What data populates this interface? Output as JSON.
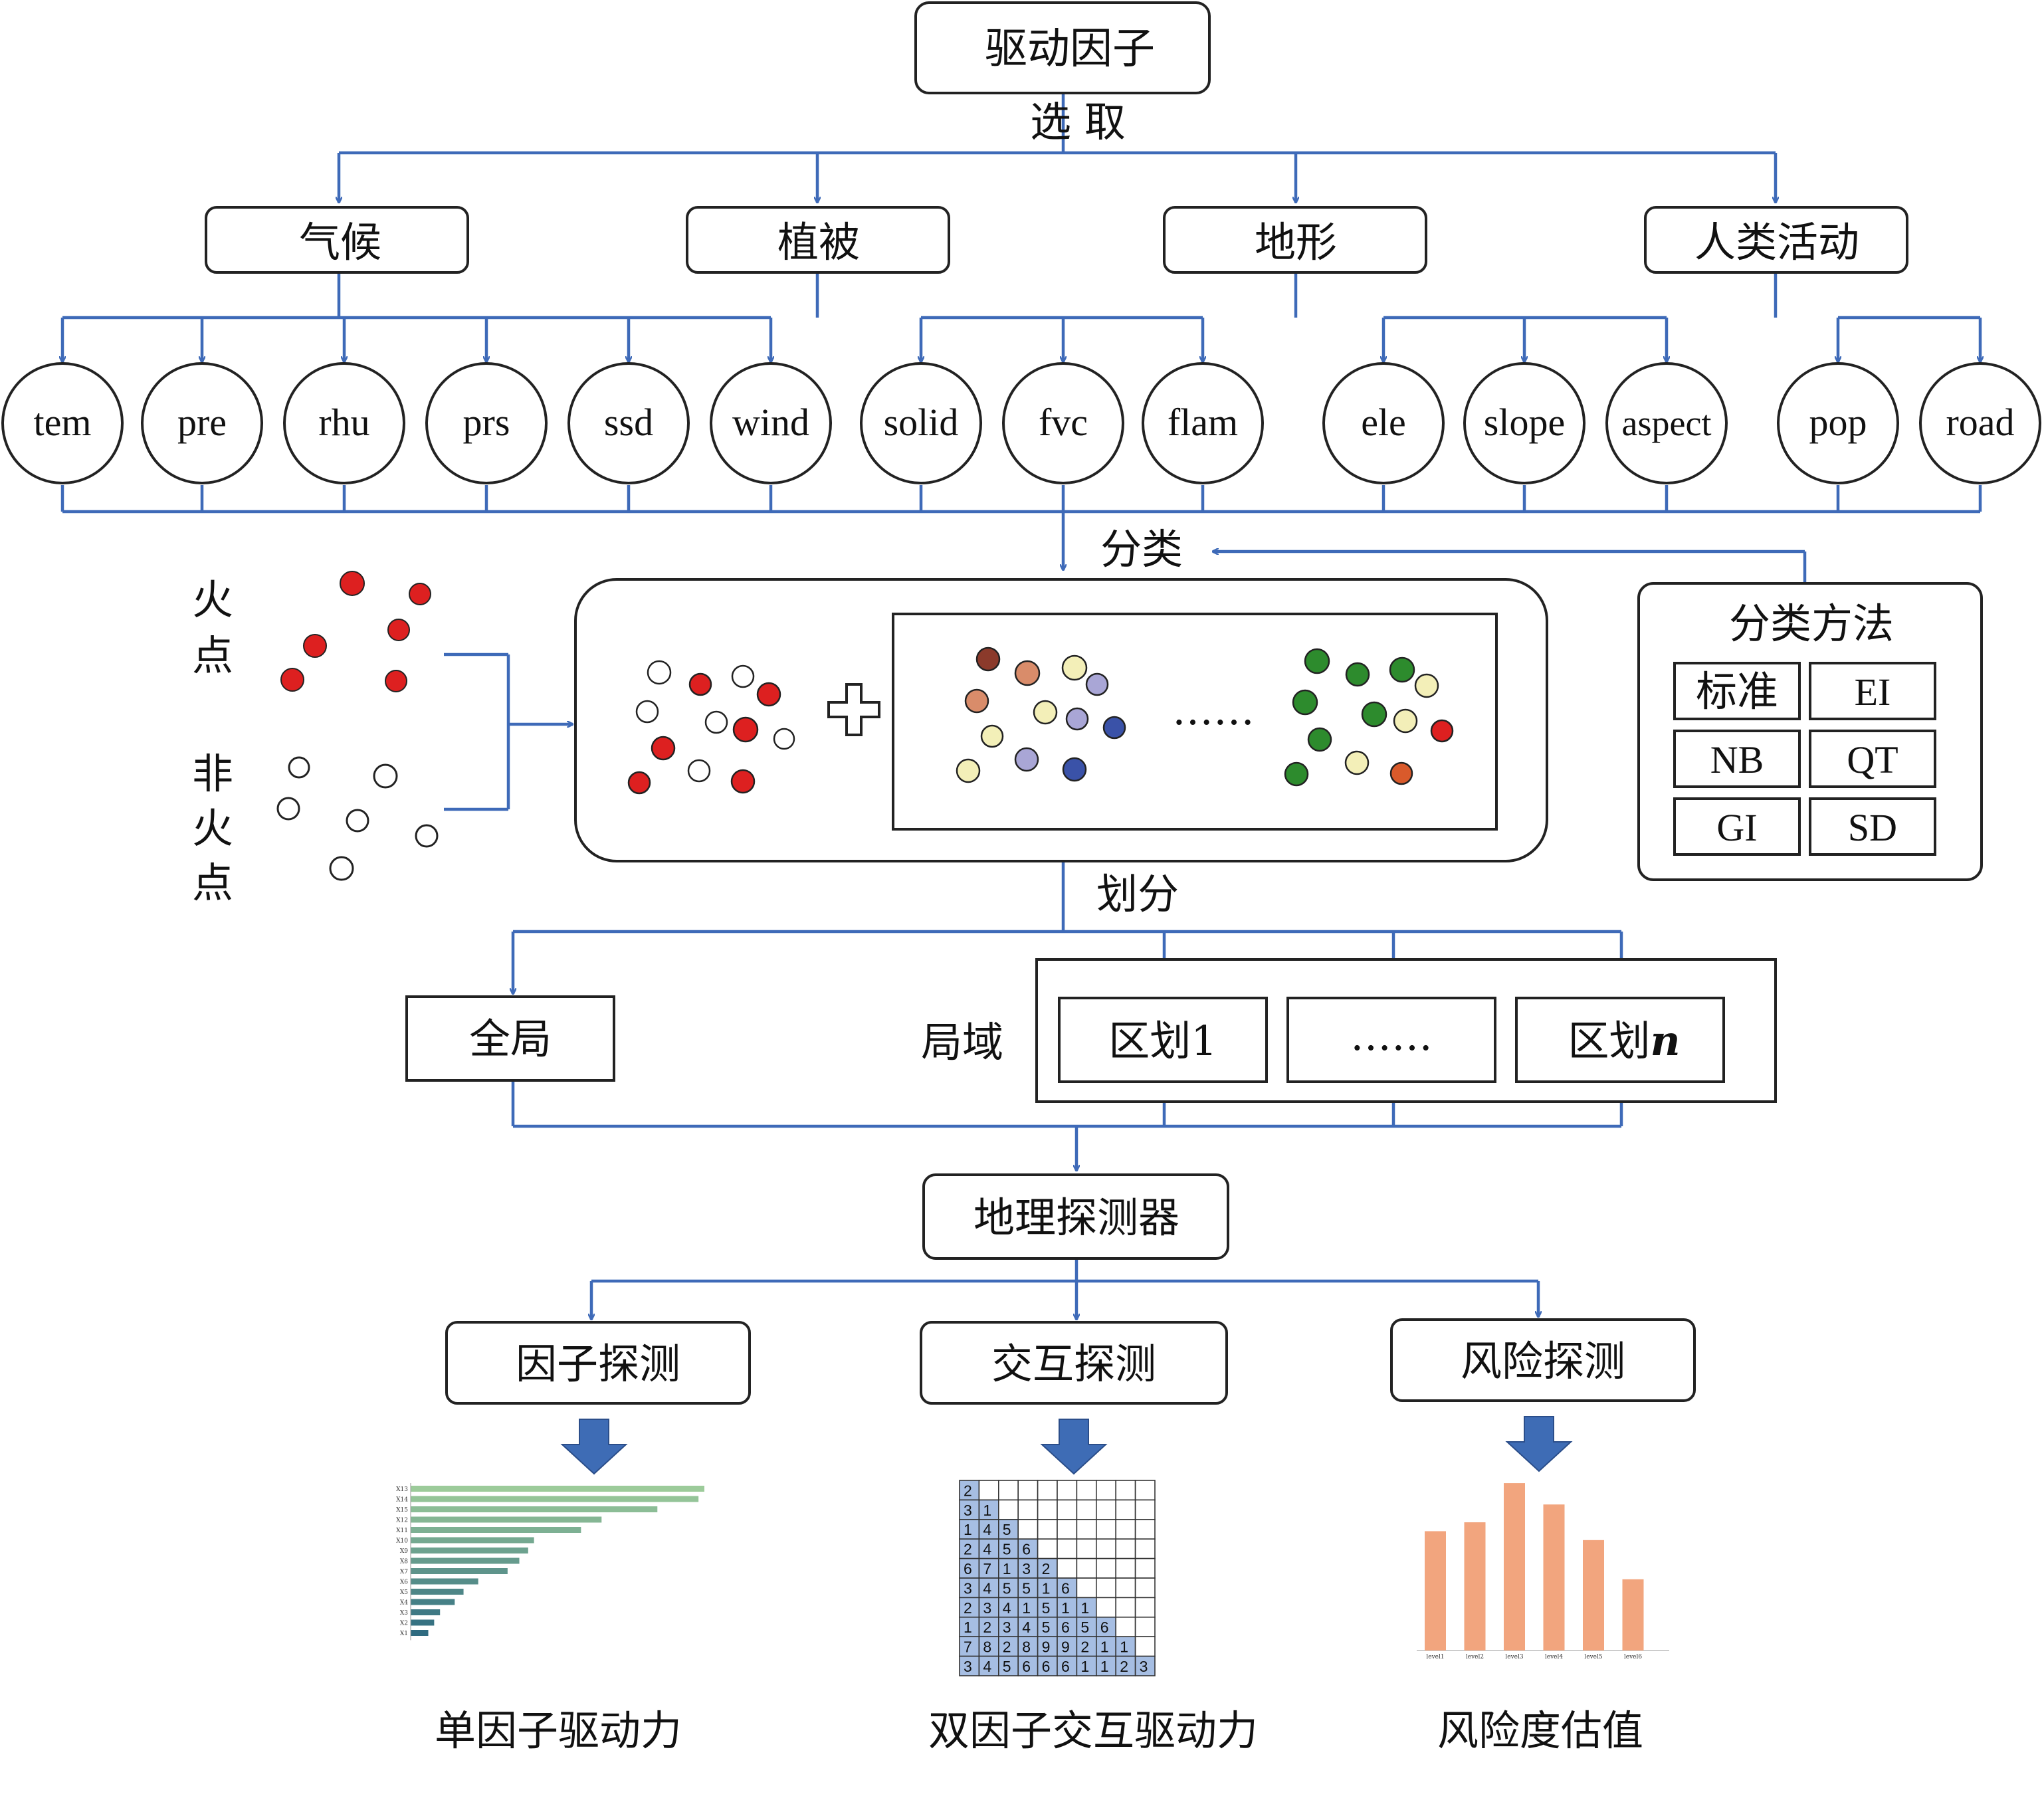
{
  "colors": {
    "line": "#3E6AB8",
    "arrow_fill": "#3E6CB5",
    "red": "#DD2020",
    "bar_green_light": "#9CCB9A",
    "bar_teal_dark": "#2F6B80",
    "matrix_fill": "#A6BEE3",
    "risk_bar": "#F2A57E",
    "dot_colors": [
      "#8B3A2B",
      "#D98C6A",
      "#F3EFB8",
      "#A9A6D6",
      "#3A52A8",
      "#2D8B2D"
    ]
  },
  "top": {
    "title": "驱动因子",
    "select_label": "选 取"
  },
  "categories": [
    {
      "name": "气候"
    },
    {
      "name": "植被"
    },
    {
      "name": "地形"
    },
    {
      "name": "人类活动"
    }
  ],
  "factors": [
    "tem",
    "pre",
    "rhu",
    "prs",
    "ssd",
    "wind",
    "solid",
    "fvc",
    "flam",
    "ele",
    "slope",
    "aspect",
    "pop",
    "road"
  ],
  "classify": {
    "label": "分类",
    "fire_label": [
      "火",
      "点"
    ],
    "nonfire_label": [
      "非",
      "火",
      "点"
    ],
    "ellipsis": "……",
    "methods_title": "分类方法",
    "methods": [
      "标准",
      "EI",
      "NB",
      "QT",
      "GI",
      "SD"
    ]
  },
  "partition": {
    "label": "划分",
    "global": "全局",
    "local": "局域",
    "zone1": "区划1",
    "zone_mid": "……",
    "zone_n": "区划",
    "zone_n_var": "n"
  },
  "detector": {
    "title": "地理探测器",
    "modules": [
      "因子探测",
      "交互探测",
      "风险探测"
    ]
  },
  "outputs": [
    "单因子驱动力",
    "双因子交互驱动力",
    "风险度估值"
  ],
  "factor_bars": {
    "labels": [
      "X13",
      "X14",
      "X15",
      "X12",
      "X11",
      "X10",
      "X9",
      "X8",
      "X7",
      "X6",
      "X5",
      "X4",
      "X3",
      "X2",
      "X1"
    ],
    "values": [
      1.0,
      0.98,
      0.84,
      0.65,
      0.58,
      0.42,
      0.4,
      0.37,
      0.33,
      0.23,
      0.18,
      0.15,
      0.1,
      0.08,
      0.06
    ]
  },
  "interaction_matrix": {
    "rows": [
      [
        "2"
      ],
      [
        "3",
        "1"
      ],
      [
        "1",
        "4",
        "5"
      ],
      [
        "2",
        "4",
        "5",
        "6"
      ],
      [
        "6",
        "7",
        "1",
        "3",
        "2"
      ],
      [
        "3",
        "4",
        "5",
        "5",
        "1",
        "6"
      ],
      [
        "2",
        "3",
        "4",
        "1",
        "5",
        "1",
        "1"
      ],
      [
        "1",
        "2",
        "3",
        "4",
        "5",
        "6",
        "5",
        "6"
      ],
      [
        "7",
        "8",
        "2",
        "8",
        "9",
        "9",
        "2",
        "1",
        "1"
      ],
      [
        "3",
        "4",
        "5",
        "6",
        "6",
        "6",
        "1",
        "1",
        "2",
        "3"
      ]
    ]
  },
  "risk_bars": {
    "labels": [
      "level1",
      "level2",
      "level3",
      "level4",
      "level5",
      "level6"
    ],
    "values": [
      0.67,
      0.72,
      0.94,
      0.82,
      0.62,
      0.4
    ]
  }
}
